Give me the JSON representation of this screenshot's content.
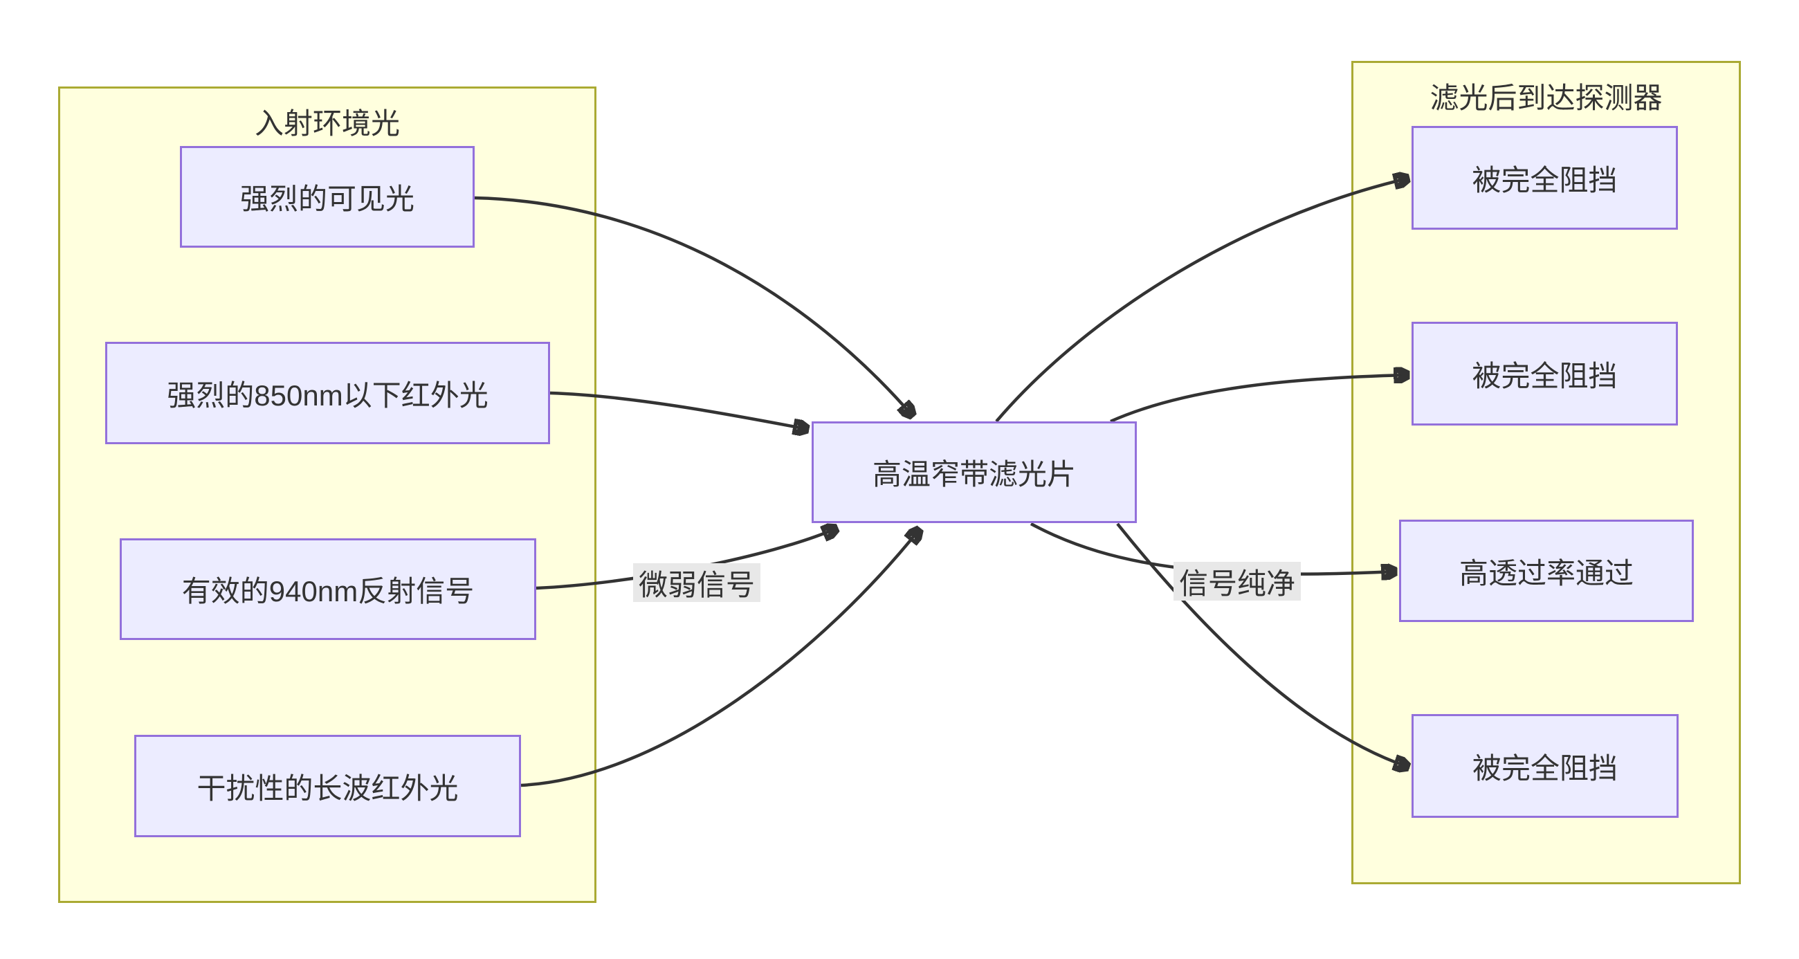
{
  "app": {
    "type": "flowchart-diagram",
    "background": "#ffffff"
  },
  "colors": {
    "node_fill": "#ECECFF",
    "node_border": "#9370DB",
    "cluster_fill": "#FFFFDE",
    "cluster_border": "#AAAA33",
    "edge_line": "#333333",
    "text": "#333333",
    "edge_label_bg": "#E8E8E8"
  },
  "clusters": {
    "incident": {
      "title": "入射环境光"
    },
    "detector": {
      "title": "滤光后到达探测器"
    }
  },
  "nodes": {
    "visible": {
      "label": "强烈的可见光"
    },
    "ir850": {
      "label": "强烈的850nm以下红外光"
    },
    "signal940": {
      "label": "有效的940nm反射信号"
    },
    "longwave": {
      "label": "干扰性的长波红外光"
    },
    "filter": {
      "label": "高温窄带滤光片"
    },
    "blocked1": {
      "label": "被完全阻挡"
    },
    "blocked2": {
      "label": "被完全阻挡"
    },
    "pass": {
      "label": "高透过率通过"
    },
    "blocked3": {
      "label": "被完全阻挡"
    }
  },
  "edge_labels": {
    "weak": {
      "text": "微弱信号"
    },
    "pure": {
      "text": "信号纯净"
    }
  }
}
